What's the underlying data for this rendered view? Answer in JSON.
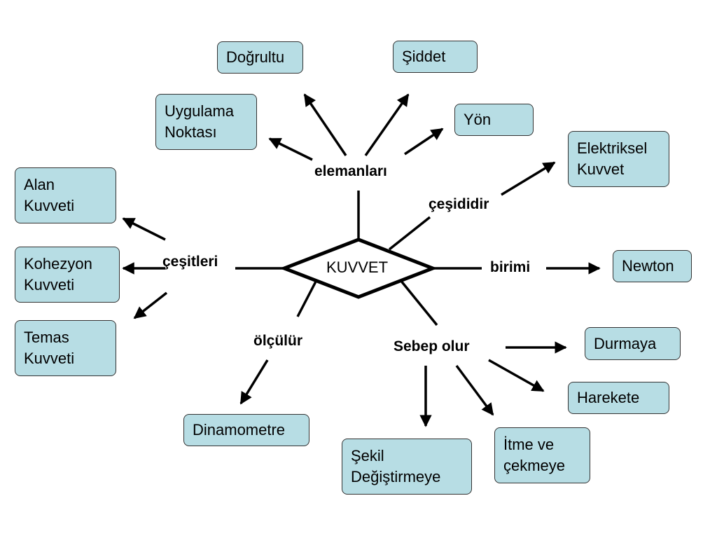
{
  "center": "KUVVET",
  "branches": {
    "elemanlari": "elemanları",
    "cesitleri": "çeşitleri",
    "cesididir": "çeşididir",
    "birimi": "birimi",
    "olculur": "ölçülür",
    "sebep_olur": "Sebep olur"
  },
  "nodes": {
    "dogrultu": "Doğrultu",
    "siddet": "Şiddet",
    "uygulama_noktasi": "Uygulama\nNoktası",
    "yon": "Yön",
    "elektriksel_kuvvet": "Elektriksel\nKuvvet",
    "alan_kuvveti": "Alan\nKuvveti",
    "kohezyon_kuvveti": "Kohezyon\nKuvveti",
    "temas_kuvveti": "Temas\nKuvveti",
    "newton": "Newton",
    "durmaya": "Durmaya",
    "harekete": "Harekete",
    "dinamometre": "Dinamometre",
    "sekil_degistirmeye": "Şekil\nDeğiştirmeye",
    "itme_ve_cekmeye": "İtme ve\nçekmeye"
  }
}
